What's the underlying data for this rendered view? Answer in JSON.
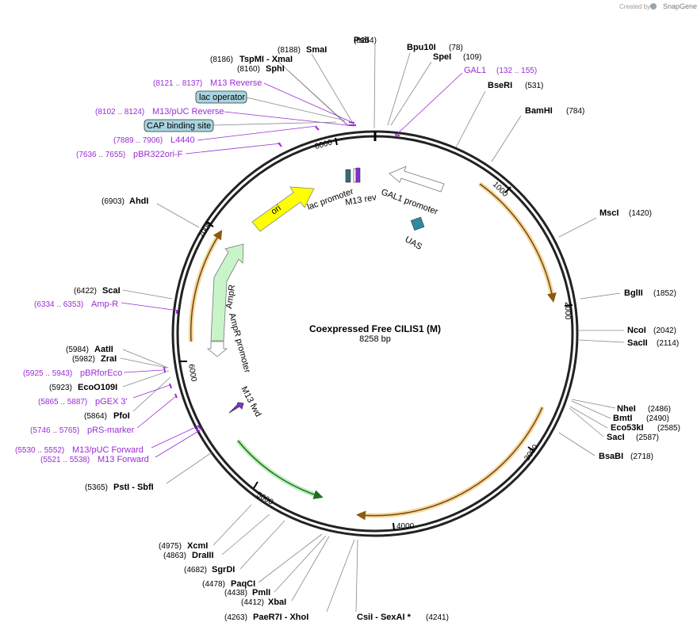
{
  "credit": {
    "prefix": "Created by",
    "brand": "SnapGene"
  },
  "plasmid": {
    "name": "Coexpressed Free CILIS1 (M)",
    "length": "8258 bp",
    "total_bp": 8258
  },
  "ticks": [
    "1000",
    "2000",
    "3000",
    "4000",
    "5000",
    "6000",
    "7000",
    "8000"
  ],
  "enzymes": [
    {
      "name": "PsiI",
      "pos": "(8254)"
    },
    {
      "name": "Bpu10I",
      "pos": "(78)"
    },
    {
      "name": "SpeI",
      "pos": "(109)"
    },
    {
      "name": "BseRI",
      "pos": "(531)"
    },
    {
      "name": "BamHI",
      "pos": "(784)"
    },
    {
      "name": "MscI",
      "pos": "(1420)"
    },
    {
      "name": "BglII",
      "pos": "(1852)"
    },
    {
      "name": "NcoI",
      "pos": "(2042)"
    },
    {
      "name": "SacII",
      "pos": "(2114)"
    },
    {
      "name": "NheI",
      "pos": "(2486)"
    },
    {
      "name": "BmtI",
      "pos": "(2490)"
    },
    {
      "name": "Eco53kI",
      "pos": "(2585)"
    },
    {
      "name": "SacI",
      "pos": "(2587)"
    },
    {
      "name": "BsaBI",
      "pos": "(2718)"
    },
    {
      "name": "CsiI - SexAI *",
      "pos": "(4241)"
    },
    {
      "name": "PaeR7I - XhoI",
      "pos": "(4263)"
    },
    {
      "name": "XbaI",
      "pos": "(4412)"
    },
    {
      "name": "PmlI",
      "pos": "(4438)"
    },
    {
      "name": "PaqCI",
      "pos": "(4478)"
    },
    {
      "name": "SgrDI",
      "pos": "(4682)"
    },
    {
      "name": "DraIII",
      "pos": "(4863)"
    },
    {
      "name": "XcmI",
      "pos": "(4975)"
    },
    {
      "name": "PstI - SbfI",
      "pos": "(5365)"
    },
    {
      "name": "PfoI",
      "pos": "(5864)"
    },
    {
      "name": "EcoO109I",
      "pos": "(5923)"
    },
    {
      "name": "ZraI",
      "pos": "(5982)"
    },
    {
      "name": "AatII",
      "pos": "(5984)"
    },
    {
      "name": "ScaI",
      "pos": "(6422)"
    },
    {
      "name": "AhdI",
      "pos": "(6903)"
    },
    {
      "name": "SphI",
      "pos": "(8160)"
    },
    {
      "name": "TspMI - XmaI",
      "pos": "(8186)"
    },
    {
      "name": "SmaI",
      "pos": "(8188)"
    }
  ],
  "primers": [
    {
      "name": "GAL1",
      "pos": "(132 .. 155)"
    },
    {
      "name": "M13 Reverse",
      "pos": "(8121 .. 8137)"
    },
    {
      "name": "M13/pUC Reverse",
      "pos": "(8102 .. 8124)"
    },
    {
      "name": "L4440",
      "pos": "(7889 .. 7906)"
    },
    {
      "name": "pBR322ori-F",
      "pos": "(7636 .. 7655)"
    },
    {
      "name": "Amp-R",
      "pos": "(6334 .. 6353)"
    },
    {
      "name": "pBRforEco",
      "pos": "(5925 .. 5943)"
    },
    {
      "name": "pGEX 3'",
      "pos": "(5865 .. 5887)"
    },
    {
      "name": "pRS-marker",
      "pos": "(5746 .. 5765)"
    },
    {
      "name": "M13/pUC Forward",
      "pos": "(5530 .. 5552)"
    },
    {
      "name": "M13 Forward",
      "pos": "(5521 .. 5538)"
    }
  ],
  "boxed_features": [
    "lac operator",
    "CAP binding site"
  ],
  "features": [
    "ori",
    "lac promoter",
    "M13 rev",
    "GAL1 promoter",
    "UAS",
    "AmpR",
    "AmpR promoter",
    "M13 fwd"
  ],
  "colors": {
    "backbone": "#222222",
    "primer": "#9a2bd6",
    "orf_arrow": "#f0b44a",
    "ori": "#ffff00",
    "ampr": "#c8f5c8",
    "green_arrow": "#2a8a2a",
    "uas": "#2f8aa0",
    "box_fill": "#a8d4e0"
  }
}
